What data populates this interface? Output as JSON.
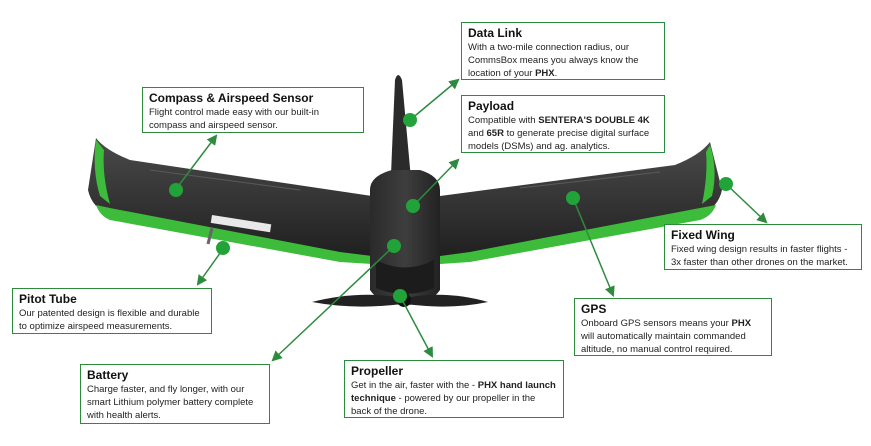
{
  "accent_color": "#2e8b3e",
  "dot_color": "#22a33a",
  "callouts": {
    "data_link": {
      "title": "Data Link",
      "body": [
        {
          "t": "With a two-mile connection radius, our CommsBox means you always know  the location of your "
        },
        {
          "t": "PHX",
          "b": true
        },
        {
          "t": "."
        }
      ]
    },
    "payload": {
      "title": "Payload",
      "body": [
        {
          "t": "Compatible with "
        },
        {
          "t": "SENTERA'S DOUBLE 4K",
          "b": true
        },
        {
          "t": " and "
        },
        {
          "t": "65R",
          "b": true
        },
        {
          "t": " to generate precise digital surface models (DSMs) and ag. analytics."
        }
      ]
    },
    "compass": {
      "title": "Compass & Airspeed Sensor",
      "body": [
        {
          "t": "Flight control made easy with our built-in compass and airspeed sensor."
        }
      ]
    },
    "fixed_wing": {
      "title": "Fixed Wing",
      "body": [
        {
          "t": "Fixed wing design results in faster flights - 3x faster than other drones on the market."
        }
      ]
    },
    "pitot": {
      "title": "Pitot Tube",
      "body": [
        {
          "t": "Our patented design is flexible and durable to optimize airspeed measurements."
        }
      ]
    },
    "gps": {
      "title": "GPS",
      "body": [
        {
          "t": "Onboard GPS sensors means your "
        },
        {
          "t": "PHX",
          "b": true
        },
        {
          "t": " will automatically maintain commanded altitude, no manual control required."
        }
      ]
    },
    "battery": {
      "title": "Battery",
      "body": [
        {
          "t": "Charge faster, and fly longer, with our smart Lithium polymer battery complete with health alerts."
        }
      ]
    },
    "propeller": {
      "title": "Propeller",
      "body": [
        {
          "t": "Get in the air, faster with the - "
        },
        {
          "t": "PHX hand launch technique",
          "b": true
        },
        {
          "t": " - powered by our propeller in the back of the drone."
        }
      ]
    }
  }
}
